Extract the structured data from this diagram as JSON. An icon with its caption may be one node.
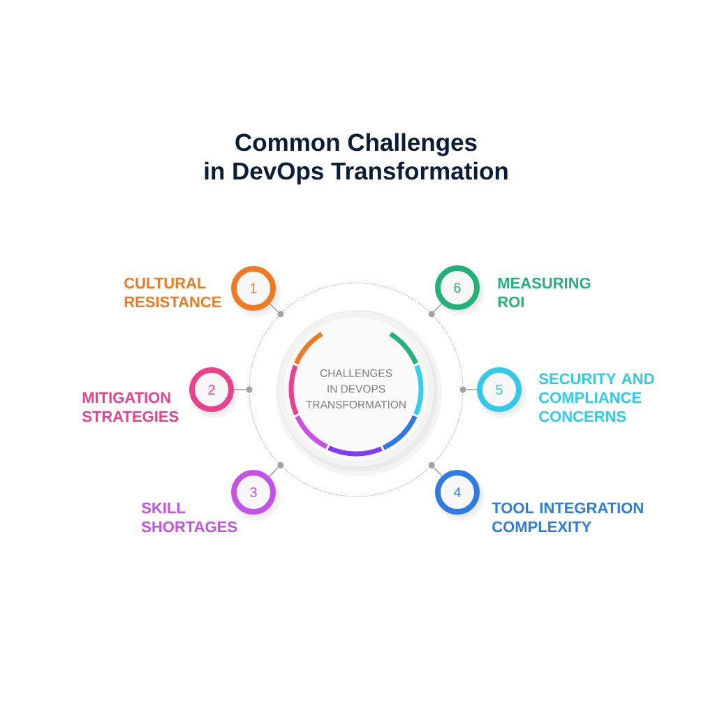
{
  "diagram": {
    "title": "Common Challenges in DevOps Transformation",
    "nodes": [
      {
        "text": [
          "CHALLENGES IN DEVOPS TRANSFORMATION"
        ]
      },
      {
        "text": [
          "1"
        ],
        "beside": [
          "CULTURAL RESISTANCE"
        ]
      },
      {
        "text": [
          "2"
        ],
        "beside": [
          "MITIGATION STRATEGIES"
        ]
      },
      {
        "text": [
          "3"
        ],
        "beside": [
          "SKILL SHORTAGES"
        ]
      },
      {
        "text": [
          "4"
        ],
        "beside": [
          "TOOL INTEGRATION COMPLEXITY"
        ]
      },
      {
        "text": [
          "5"
        ],
        "beside": [
          "SECURITY AND COMPLIANCE CONCERNS"
        ]
      },
      {
        "text": [
          "6"
        ],
        "beside": [
          "MEASURING ROI"
        ]
      },
      {
        "text": [],
        "shape": "circle"
      },
      {
        "text": [],
        "shape": "circle"
      },
      {
        "text": [],
        "shape": "circle"
      },
      {
        "text": [],
        "shape": "circle"
      },
      {
        "text": [],
        "shape": "circle"
      },
      {
        "text": [],
        "shape": "circle"
      }
    ],
    "edges": [
      {
        "from": 1,
        "to": 7,
        "arrow": "none"
      },
      {
        "from": 2,
        "to": 8,
        "arrow": "none"
      },
      {
        "from": 3,
        "to": 9,
        "arrow": "none"
      },
      {
        "from": 4,
        "to": 10,
        "arrow": "none"
      },
      {
        "from": 5,
        "to": 11,
        "arrow": "none"
      },
      {
        "from": 6,
        "to": 12,
        "arrow": "none"
      }
    ]
  }
}
